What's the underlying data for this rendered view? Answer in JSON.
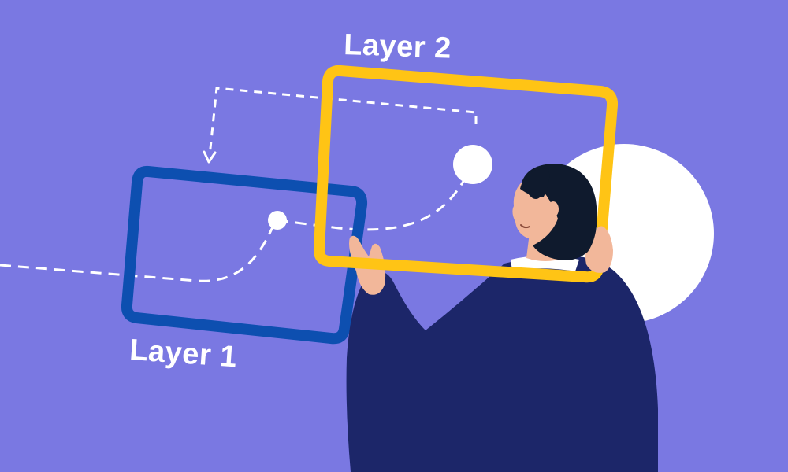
{
  "labels": {
    "layer_2": "Layer 2",
    "layer_1": "Layer 1"
  },
  "colors": {
    "background": "#7a78e2",
    "layer_1_frame": "#0d4fb0",
    "layer_2_frame": "#ffc415",
    "motion_path": "#ffffff",
    "sweater": "#1c2669",
    "hair": "#0f1a2d",
    "skin": "#f2b79a",
    "backdrop_circle": "#ffffff"
  },
  "illustration": {
    "figure": "person-holding-layer-frame",
    "shapes": [
      "dashed-motion-path",
      "arrow-down-icon",
      "anchor-dot",
      "backdrop-circle"
    ]
  }
}
